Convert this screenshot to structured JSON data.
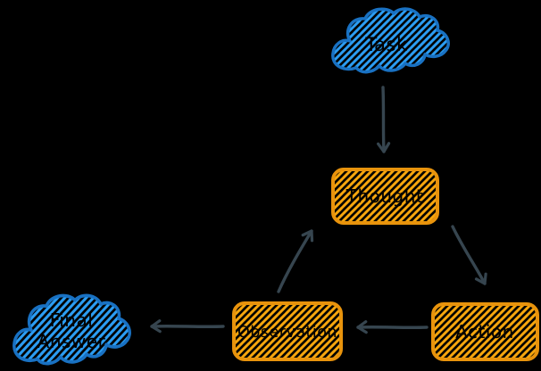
{
  "diagram": {
    "type": "flowchart",
    "background": "#000000",
    "colors": {
      "cloud_stroke": "#1971c2",
      "cloud_hatch": "#2b9df3",
      "box_stroke": "#e8930c",
      "box_hatch": "#f7a60d",
      "arrow": "#36454f",
      "text": "#000000"
    },
    "nodes": {
      "task": {
        "label": "Task",
        "shape": "cloud"
      },
      "thought": {
        "label": "Thought",
        "shape": "rounded-rectangle"
      },
      "action": {
        "label": "Action",
        "shape": "rounded-rectangle"
      },
      "observation": {
        "label": "Observation",
        "shape": "rounded-rectangle"
      },
      "final_answer": {
        "label": "Final Answer",
        "label_lines": [
          "Final",
          "Answer"
        ],
        "shape": "cloud"
      }
    },
    "edges": [
      {
        "from": "task",
        "to": "thought"
      },
      {
        "from": "thought",
        "to": "action"
      },
      {
        "from": "action",
        "to": "observation"
      },
      {
        "from": "observation",
        "to": "thought"
      },
      {
        "from": "observation",
        "to": "final_answer"
      }
    ]
  }
}
